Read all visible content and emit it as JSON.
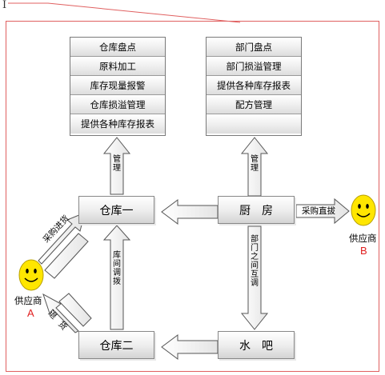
{
  "cursor_glyph": "I",
  "left_panel": {
    "items": [
      "仓库盘点",
      "原料加工",
      "库存现量报警",
      "仓库损溢管理",
      "提供各种库存报表"
    ]
  },
  "right_panel": {
    "items": [
      "部门盘点",
      "部门损溢管理",
      "提供各种库存报表",
      "配方管理",
      ""
    ]
  },
  "nodes": {
    "warehouse1": "仓库一",
    "warehouse2": "仓库二",
    "kitchen": "厨　房",
    "bar": "水　吧"
  },
  "edges": {
    "manage_left": "管理",
    "manage_right": "管理",
    "transfer_between_warehouses": "库间调拨",
    "transfer_between_depts": "部门之间互调",
    "purchase_in": "采购进货",
    "return_goods": "退货",
    "direct_purchase": "采购直拔"
  },
  "suppliers": {
    "a": {
      "label": "供应商",
      "letter": "A",
      "icon": "smiley-face-icon"
    },
    "b": {
      "label": "供应商",
      "letter": "B",
      "icon": "smiley-face-icon"
    }
  },
  "colors": {
    "frame": "#e06060",
    "supplier_letter": "#e02020",
    "smiley": "#ffe600"
  }
}
